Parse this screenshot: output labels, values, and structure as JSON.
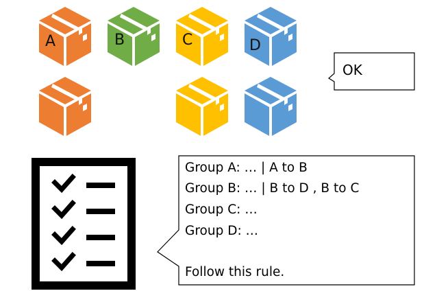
{
  "boxes": [
    {
      "label": "A",
      "color": "#ED7D31",
      "row": 1,
      "col": 1
    },
    {
      "label": "B",
      "color": "#70AD47",
      "row": 1,
      "col": 2
    },
    {
      "label": "C",
      "color": "#FFC000",
      "row": 1,
      "col": 3
    },
    {
      "label": "D",
      "color": "#5B9BD5",
      "row": 1,
      "col": 4
    },
    {
      "label": "",
      "color": "#ED7D31",
      "row": 2,
      "col": 1
    },
    {
      "label": "",
      "color": "#FFC000",
      "row": 2,
      "col": 3
    },
    {
      "label": "",
      "color": "#5B9BD5",
      "row": 2,
      "col": 4
    }
  ],
  "ok_bubble": {
    "text": "OK"
  },
  "rule_bubble": {
    "lines": [
      "Group A: …  | A to B",
      "Group B: …  | B to D , B to C",
      "Group C: …",
      "Group D: …",
      "",
      "Follow this rule."
    ]
  },
  "checklist": {
    "icon": "checklist-icon",
    "items": 4
  }
}
